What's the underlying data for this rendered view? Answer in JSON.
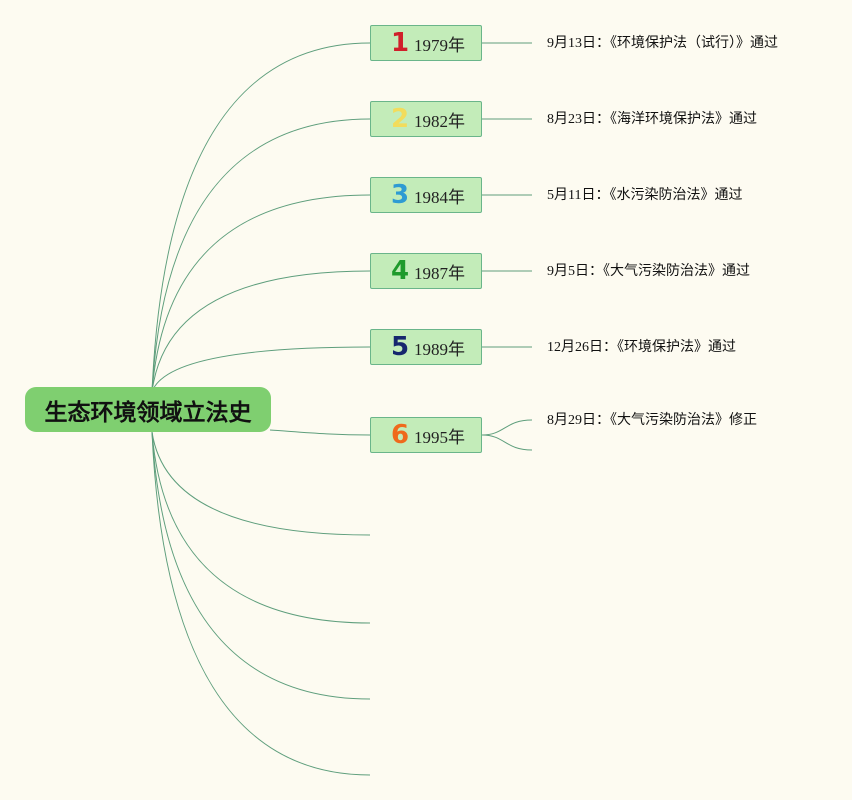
{
  "mindmap": {
    "root": "生态环境领域立法史",
    "line_color": "#5e9e7c",
    "years": [
      {
        "number": "1",
        "number_color": "#d01f2a",
        "label": "1979年",
        "events": [
          "9月13日：《环境保护法（试行）》通过"
        ]
      },
      {
        "number": "2",
        "number_color": "#f2dc5c",
        "label": "1982年",
        "events": [
          "8月23日：《海洋环境保护法》通过"
        ]
      },
      {
        "number": "3",
        "number_color": "#2e9bd3",
        "label": "1984年",
        "events": [
          "5月11日：《水污染防治法》通过"
        ]
      },
      {
        "number": "4",
        "number_color": "#1f9a2c",
        "label": "1987年",
        "events": [
          "9月5日：《大气污染防治法》通过"
        ]
      },
      {
        "number": "5",
        "number_color": "#16266e",
        "label": "1989年",
        "events": [
          "12月26日：《环境保护法》通过"
        ]
      },
      {
        "number": "6",
        "number_color": "#ef6a1c",
        "label": "1995年",
        "events": [
          "8月29日：《大气污染防治法》修正",
          ""
        ]
      }
    ],
    "empty_branches": 4
  }
}
